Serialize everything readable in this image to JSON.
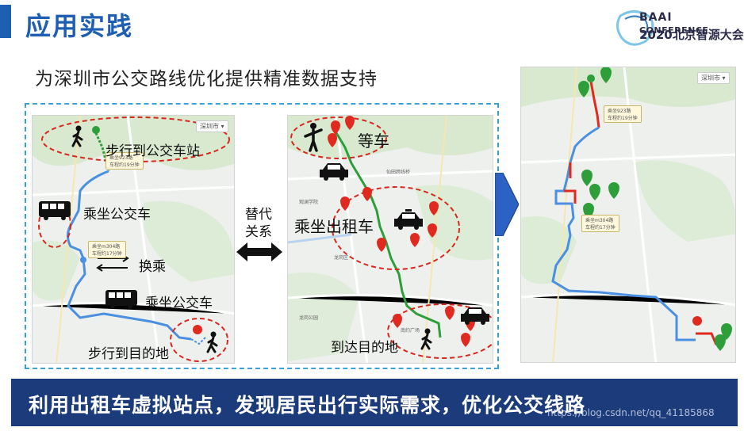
{
  "slide": {
    "title": "应用实践",
    "subtitle": "为深圳市公交路线优化提供精准数据支持",
    "logo": {
      "brand": "BAAI",
      "conference": "CONFERENCE",
      "sub": "2020北京智源大会"
    },
    "footer": "利用出租车虚拟站点，发现居民出行实际需求，优化公交线路",
    "watermark": "https://blog.csdn.net/qq_41185868"
  },
  "left_map": {
    "city": "深圳市 ▾",
    "labels": {
      "walk_to_stop": "步行到公交车站",
      "take_bus1": "乘坐公交车",
      "transfer": "换乘",
      "take_bus2": "乘坐公交车",
      "walk_to_dest": "步行到目的地"
    },
    "route_tags": [
      {
        "line1": "乘坐923路",
        "line2": "车程约19分钟"
      },
      {
        "line1": "乘坐m304路",
        "line2": "车程约17分钟"
      }
    ]
  },
  "middle": {
    "text_line1": "替代",
    "text_line2": "关系"
  },
  "taxi_map": {
    "labels": {
      "wait": "等车",
      "ride": "乘坐出租车",
      "arrive": "到达目的地"
    },
    "place_names": [
      "仙田跨线桥",
      "观澜学院",
      "龙岗区",
      "南约广场",
      "龙岗公园"
    ]
  },
  "right_map": {
    "city": "深圳市 ▾",
    "route_tags": [
      {
        "line1": "乘坐923路",
        "line2": "车程约19分钟"
      },
      {
        "line1": "乘坐m304路",
        "line2": "车程约17分钟"
      }
    ]
  },
  "colors": {
    "title_blue": "#1f5fb3",
    "footer_bg": "#1c3b7a",
    "dashed_border": "#3aa0d8",
    "route_blue": "#4a8fe0",
    "route_green": "#2e9e3a",
    "route_red": "#e02a20",
    "ellipse_red": "#d8281e"
  }
}
